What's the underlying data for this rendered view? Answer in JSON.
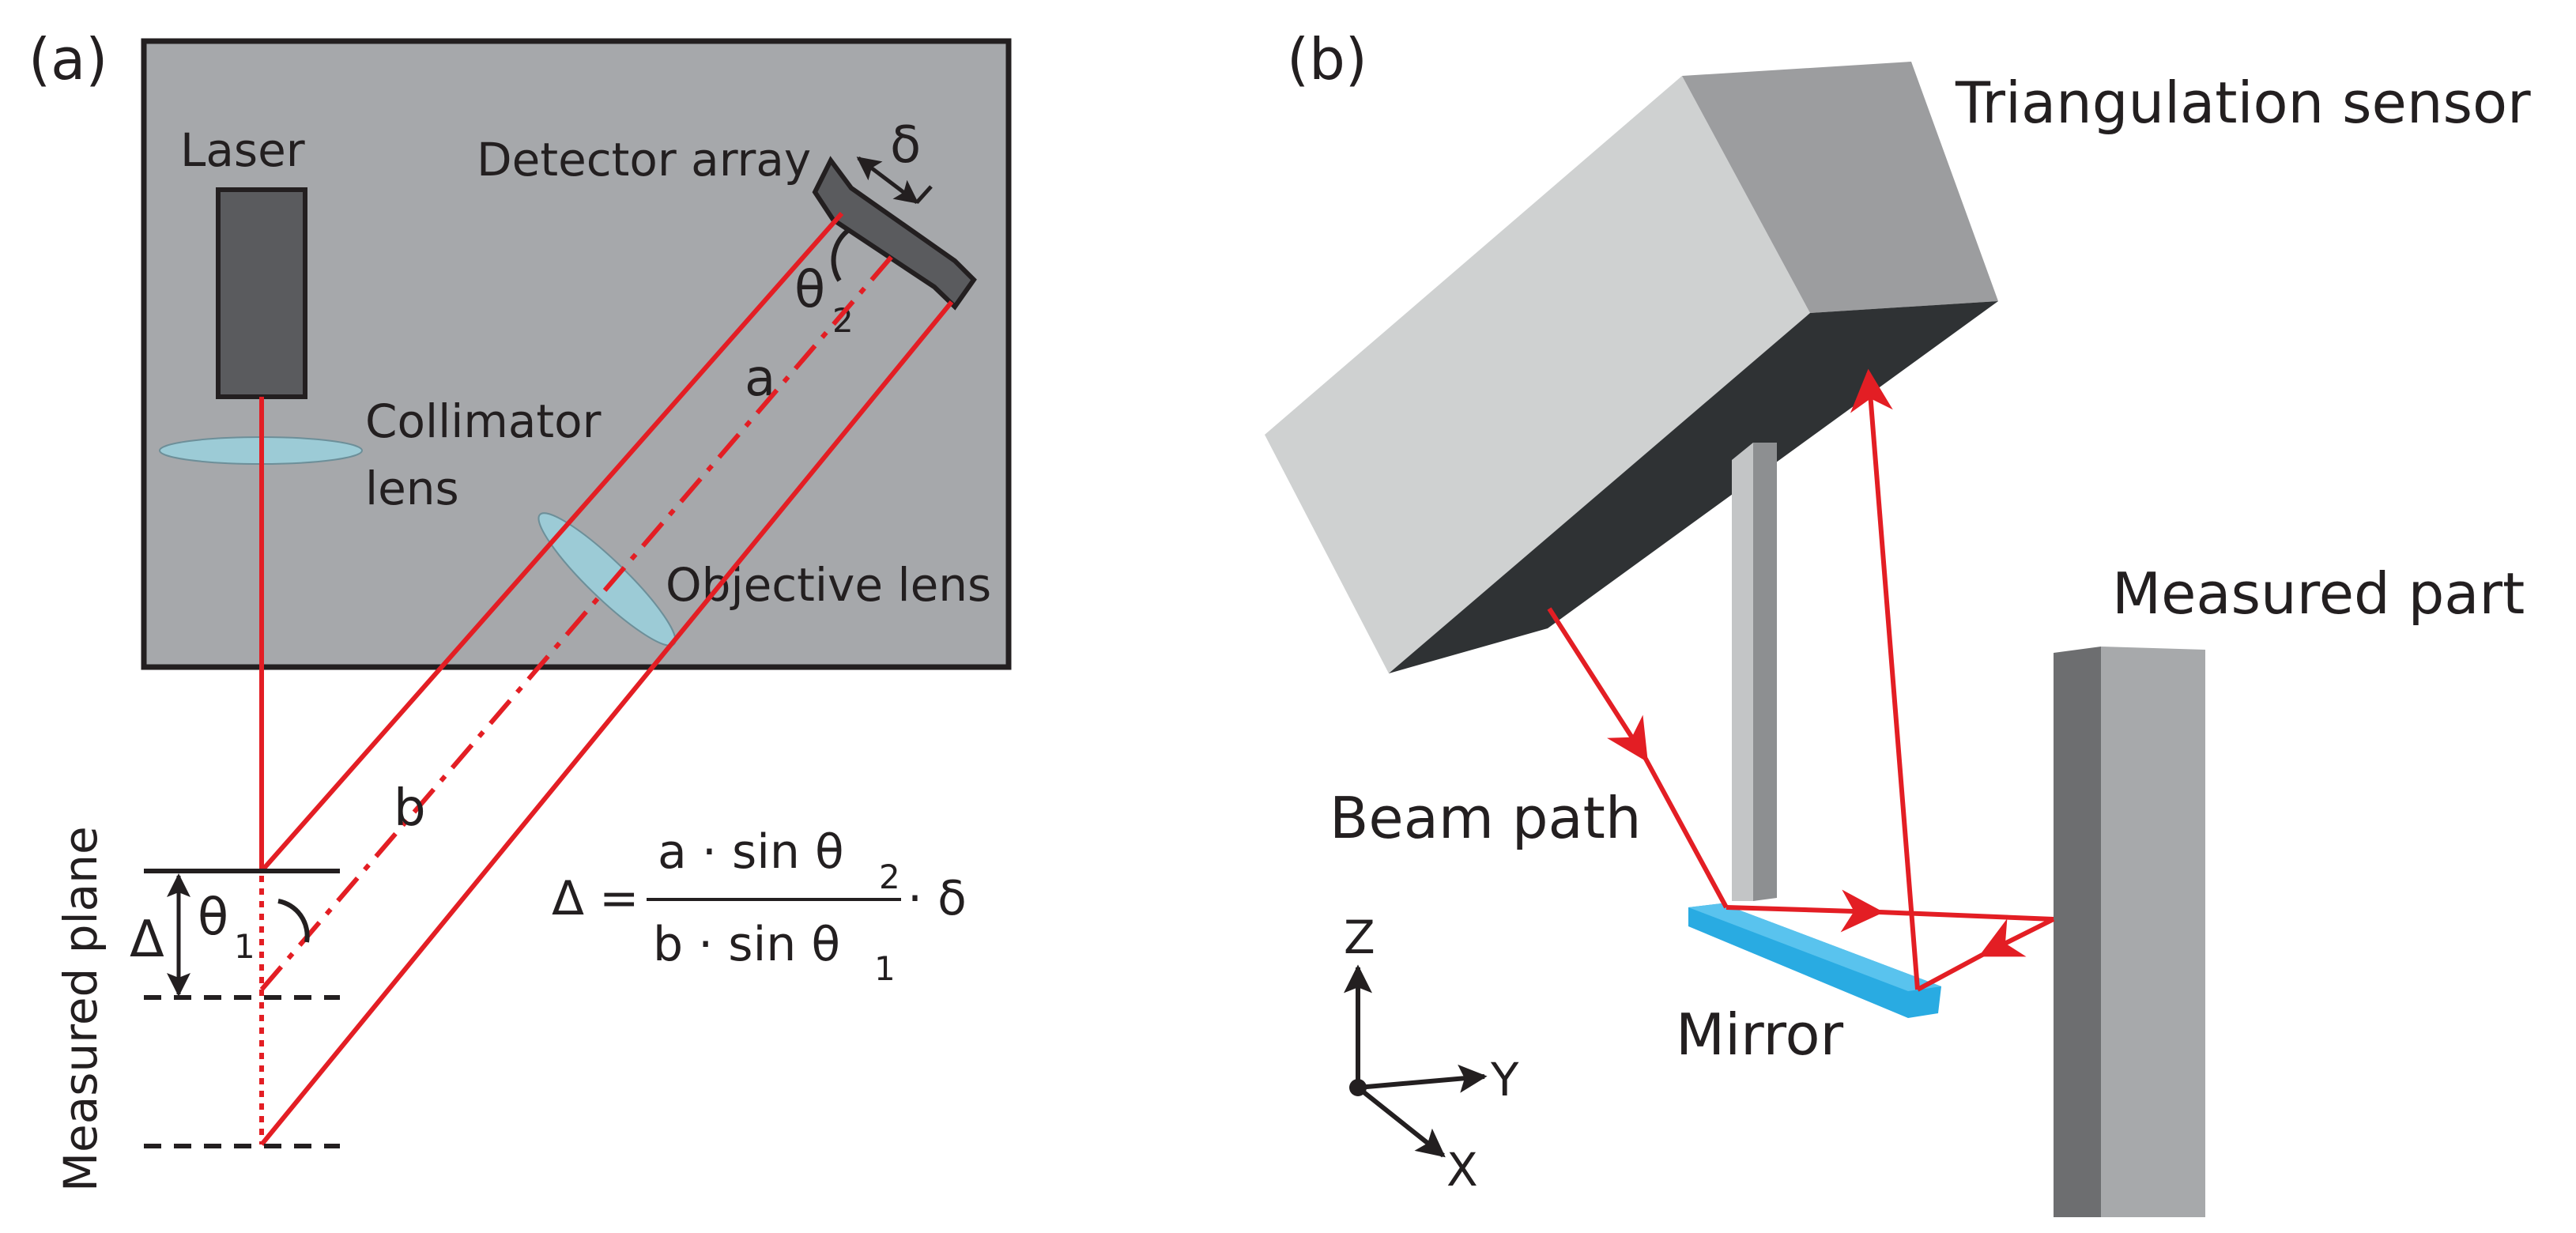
{
  "panel_a": {
    "tag": "(a)",
    "labels": {
      "laser": "Laser",
      "detector_array": "Detector array",
      "delta_small": "δ",
      "theta2": "θ",
      "theta2_sub": "2",
      "a": "a",
      "collimator_1": "Collimator",
      "collimator_2": "lens",
      "objective": "Objective lens",
      "b": "b",
      "measured_plane": "Measured plane",
      "delta_big": "Δ",
      "theta1": "θ",
      "theta1_sub": "1"
    },
    "equation": {
      "lhs": "Δ =",
      "num_1": "a · sin θ",
      "num_sub": "2",
      "den_1": "b · sin θ",
      "den_sub": "1",
      "tail": "· δ"
    }
  },
  "panel_b": {
    "tag": "(b)",
    "labels": {
      "sensor": "Triangulation sensor",
      "part": "Measured part",
      "beam": "Beam path",
      "mirror": "Mirror",
      "axis_z": "Z",
      "axis_y": "Y",
      "axis_x": "X"
    }
  },
  "colors": {
    "housing": "#a6a8ab",
    "housing_border": "#231f20",
    "component_dark": "#5a5b5e",
    "lens": "#9ccbd6",
    "beam": "#e31e24",
    "sensor_front": "#cfd1d1",
    "sensor_top": "#9c9d9f",
    "sensor_bottom": "#2f3234",
    "part_front": "#a7a9ab",
    "part_side": "#6d6e70",
    "mirror": "#29abe2",
    "post": "#c3c5c6"
  }
}
